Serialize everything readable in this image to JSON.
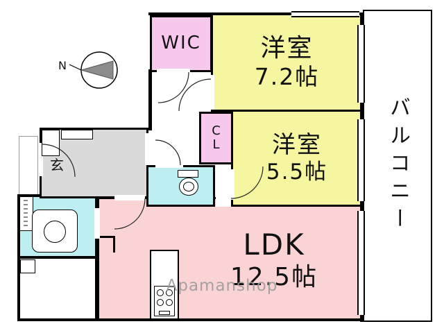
{
  "compass": {
    "label": "N"
  },
  "rooms": {
    "wic": {
      "label": "WIC"
    },
    "bedroom_a": {
      "name": "洋室",
      "size": "7.2帖"
    },
    "closet": {
      "line1": "C",
      "line2": "L"
    },
    "bedroom_b": {
      "name": "洋室",
      "size": "5.5帖"
    },
    "entrance": {
      "label": "玄"
    },
    "ldk": {
      "name": "LDK",
      "size": "12.5帖"
    },
    "balcony": {
      "label": "バルコニー"
    }
  },
  "watermark": {
    "text": "Apamanshop"
  },
  "colors": {
    "bedroom_yellow": "#f7f6a0",
    "ldk_pink": "#fad4d4",
    "closet_pink": "#f8c8ec",
    "wet_area_cyan": "#bdeef2",
    "entrance_gray": "#dadada",
    "wall": "#000000",
    "watermark": "#9b9b9b"
  }
}
